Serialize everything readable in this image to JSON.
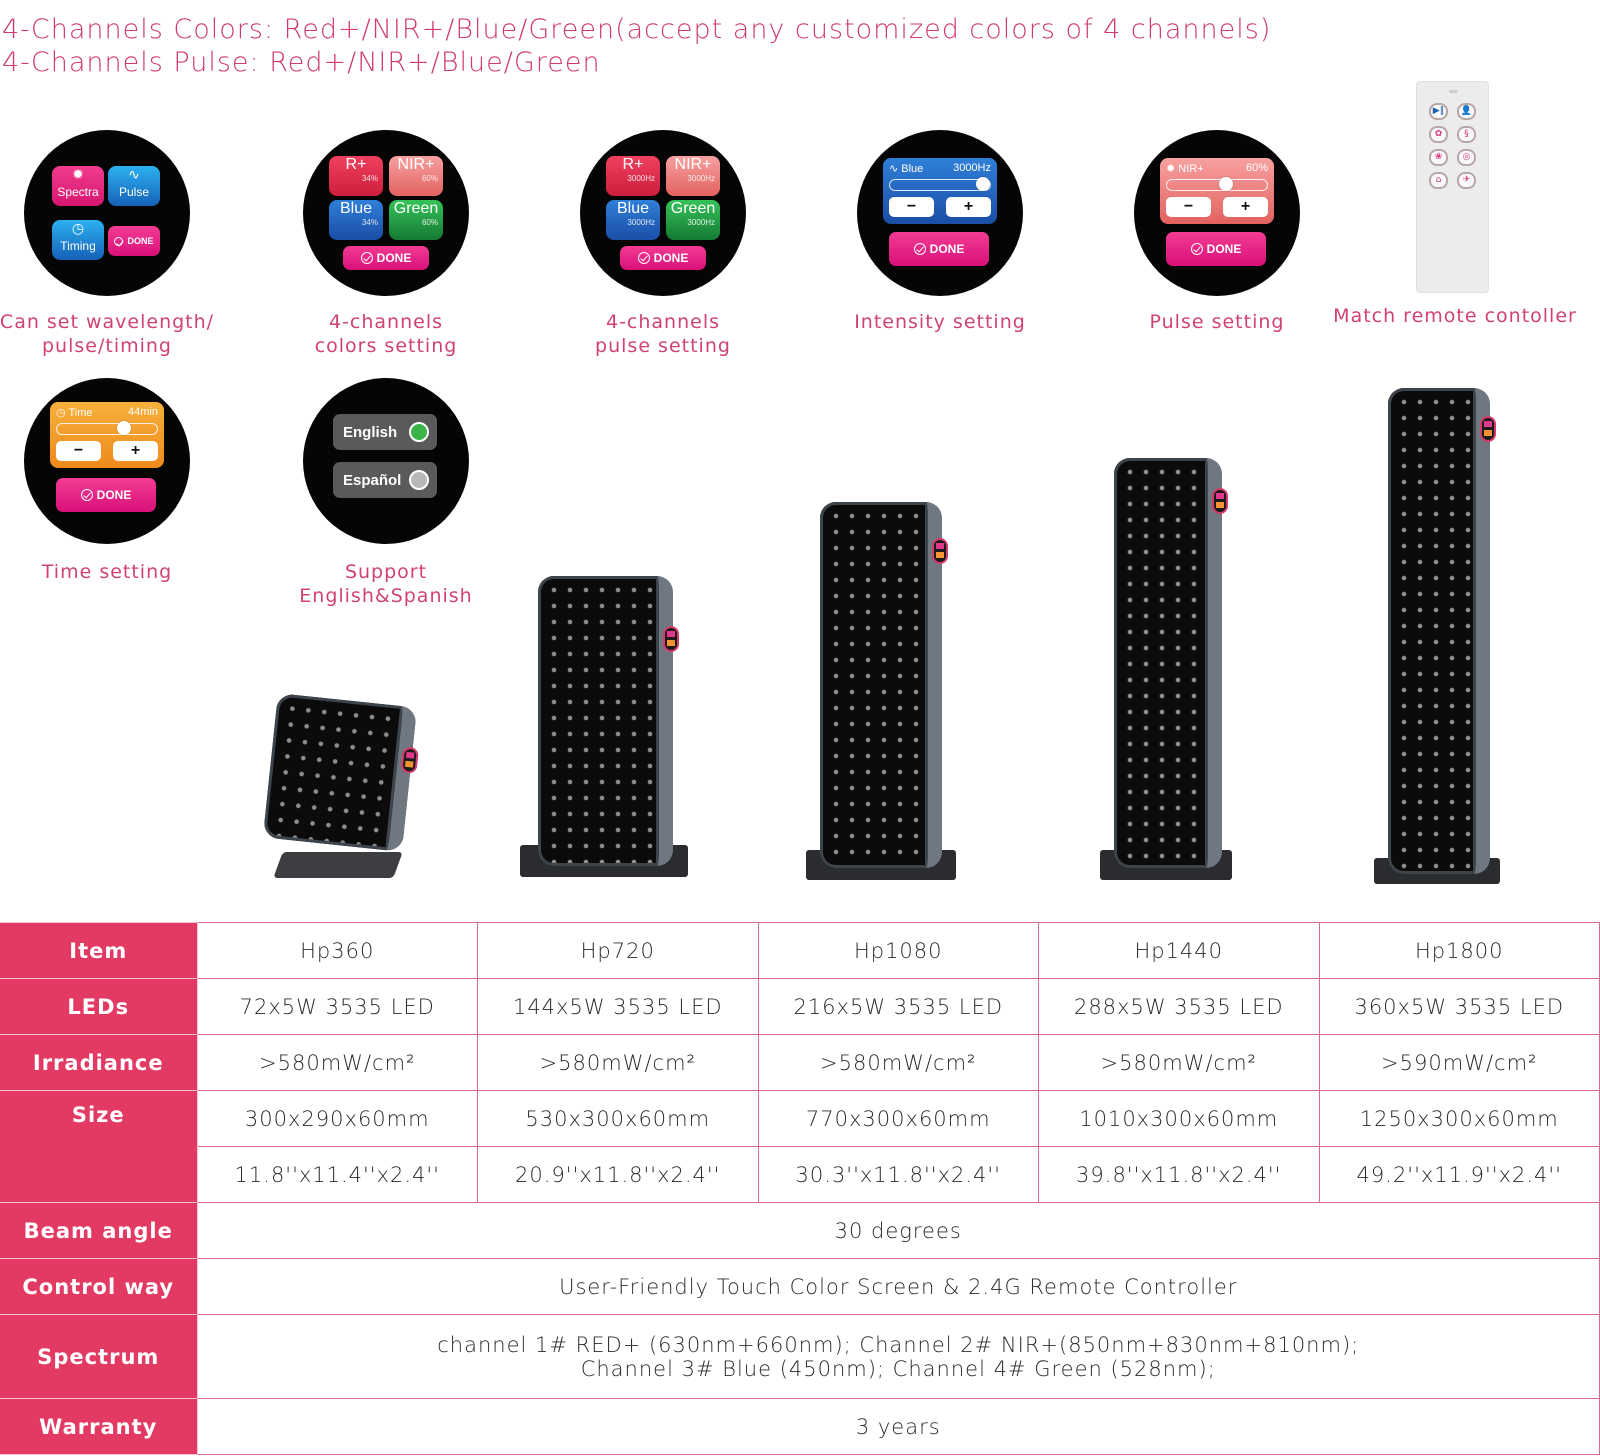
{
  "header": {
    "line1": "4-Channels Colors: Red+/NIR+/Blue/Green(accept any customized colors of 4 channels)",
    "line2": "4-Channels Pulse: Red+/NIR+/Blue/Green"
  },
  "features": [
    {
      "caption_line1": "Can set wavelength/",
      "caption_line2": "pulse/timing",
      "tiles": [
        "Spectra",
        "Pulse",
        "Timing"
      ],
      "icons": [
        "sun-icon",
        "pulse-wave-icon",
        "clock-icon"
      ],
      "done": "DONE"
    },
    {
      "caption_line1": "4-channels",
      "caption_line2": "colors setting",
      "tiles": [
        {
          "name": "R+",
          "value": "34%"
        },
        {
          "name": "NIR+",
          "value": "60%"
        },
        {
          "name": "Blue",
          "value": "34%"
        },
        {
          "name": "Green",
          "value": "60%"
        }
      ],
      "done": "DONE"
    },
    {
      "caption_line1": "4-channels",
      "caption_line2": "pulse setting",
      "tiles": [
        {
          "name": "R+",
          "value": "3000Hz"
        },
        {
          "name": "NIR+",
          "value": "3000Hz"
        },
        {
          "name": "Blue",
          "value": "3000Hz"
        },
        {
          "name": "Green",
          "value": "3000Hz"
        }
      ],
      "done": "DONE"
    },
    {
      "caption_line1": "Intensity setting",
      "panel": {
        "label": "Blue",
        "value": "3000Hz",
        "minus": "−",
        "plus": "+"
      },
      "done": "DONE"
    },
    {
      "caption_line1": "Pulse setting",
      "panel": {
        "label": "NIR+",
        "value": "60%",
        "minus": "−",
        "plus": "+"
      },
      "done": "DONE"
    },
    {
      "caption_line1": "Match remote contoller"
    },
    {
      "caption_line1": "Time setting",
      "panel": {
        "label": "Time",
        "value": "44min",
        "minus": "−",
        "plus": "+"
      },
      "done": "DONE"
    },
    {
      "caption_line1": "Support English&Spanish",
      "languages": [
        {
          "label": "English",
          "selected": true
        },
        {
          "label": "Español",
          "selected": false
        }
      ]
    }
  ],
  "remote": {
    "buttons": [
      "play-pause",
      "user",
      "mode-1",
      "mode-2",
      "mode-3",
      "mode-4",
      "mode-5",
      "mode-6"
    ],
    "glyphs": [
      "▶‖",
      "👤",
      "✿",
      "§",
      "❀",
      "◎",
      "⌂",
      "✈"
    ]
  },
  "colors": {
    "accent": "#e23a63",
    "caption": "#d2426f",
    "done_pink": "#e31e84",
    "table_border": "#d76b8a"
  },
  "table": {
    "rows": [
      {
        "label": "Item",
        "values": [
          "Hp360",
          "Hp720",
          "Hp1080",
          "Hp1440",
          "Hp1800"
        ]
      },
      {
        "label": "LEDs",
        "values": [
          "72x5W 3535 LED",
          "144x5W 3535 LED",
          "216x5W 3535 LED",
          "288x5W 3535 LED",
          "360x5W 3535 LED"
        ]
      },
      {
        "label": "Irradiance",
        "values": [
          ">580mW/cm²",
          ">580mW/cm²",
          ">580mW/cm²",
          ">580mW/cm²",
          ">590mW/cm²"
        ]
      },
      {
        "label": "Size",
        "values": [
          "300x290x60mm",
          "530x300x60mm",
          "770x300x60mm",
          "1010x300x60mm",
          "1250x300x60mm"
        ]
      },
      {
        "label": "",
        "values": [
          "11.8''x11.4''x2.4''",
          "20.9''x11.8''x2.4''",
          "30.3''x11.8''x2.4''",
          "39.8''x11.8''x2.4''",
          "49.2''x11.9''x2.4''"
        ]
      }
    ],
    "beam_angle": {
      "label": "Beam angle",
      "value": "30 degrees"
    },
    "control_way": {
      "label": "Control way",
      "value": "User-Friendly Touch Color Screen & 2.4G Remote Controller"
    },
    "spectrum": {
      "label": "Spectrum",
      "line1": "channel  1# RED+ (630nm+660nm); Channel 2# NIR+(850nm+830nm+810nm);",
      "line2": "Channel 3# Blue (450nm); Channel 4# Green (528nm);"
    },
    "warranty": {
      "label": "Warranty",
      "value": "3 years"
    }
  }
}
